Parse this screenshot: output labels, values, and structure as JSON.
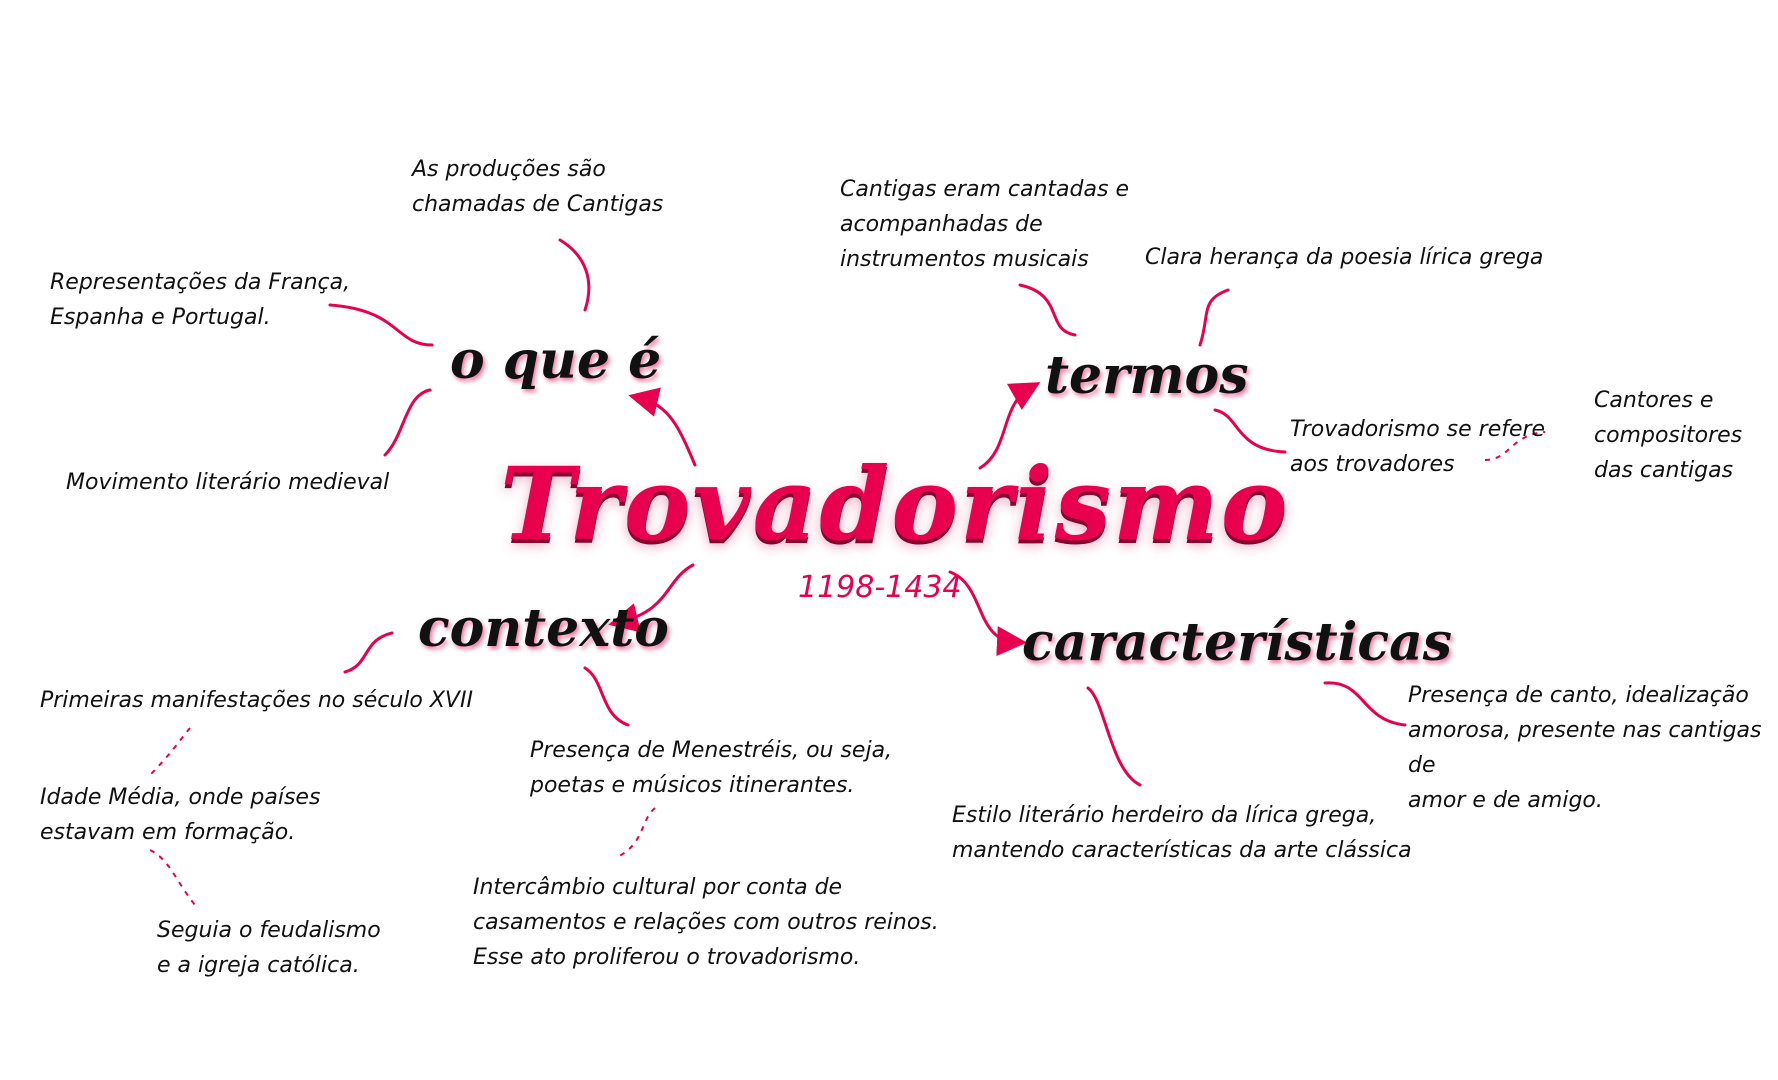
{
  "central": {
    "title": "Trovadorismo",
    "years": "1198-1434"
  },
  "branches": {
    "oque": "o que é",
    "termos": "termos",
    "contexto": "contexto",
    "caracteristicas": "características"
  },
  "oque_notes": {
    "producoes": "As produções são\nchamadas de Cantigas",
    "representacoes": "Representações da França,\nEspanha e Portugal.",
    "movimento": "Movimento literário medieval"
  },
  "termos_notes": {
    "cantigas": "Cantigas eram cantadas e\nacompanhadas de\ninstrumentos musicais",
    "heranca": "Clara herança da poesia lírica grega",
    "trovadores": "Trovadorismo se refere\naos trovadores",
    "cantores": "Cantores e\ncompositores\ndas cantigas"
  },
  "contexto_notes": {
    "primeiras": "Primeiras manifestações no século XVII",
    "idade_media": "Idade Média, onde países\nestavam em formação.",
    "feudalismo": "Seguia o feudalismo\ne a igreja católica.",
    "menestreis": "Presença de Menestréis, ou seja,\npoetas e músicos itinerantes.",
    "intercambio": "Intercâmbio cultural por conta de\ncasamentos e relações com outros reinos.\nEsse ato proliferou o trovadorismo."
  },
  "caracteristicas_notes": {
    "canto": "Presença de canto, idealização\namorosa, presente nas cantigas de\namor e de amigo.",
    "estilo": "Estilo literário herdeiro da lírica grega,\nmantendo características da arte clássica"
  },
  "colors": {
    "accent": "#e8004f",
    "text": "#111111",
    "background": "#ffffff"
  }
}
